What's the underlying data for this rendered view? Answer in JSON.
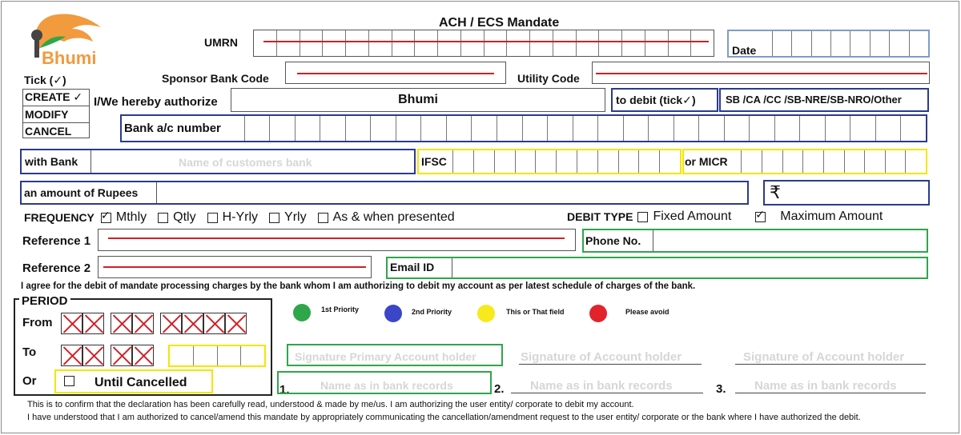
{
  "brand": {
    "name": "Bhumi"
  },
  "form": {
    "title": "ACH / ECS Mandate",
    "umrn_label": "UMRN",
    "date_label": "Date",
    "sponsor_label": "Sponsor Bank Code",
    "utility_label": "Utility Code",
    "tick_label": "Tick (✓)",
    "actions": [
      "CREATE ✓",
      "MODIFY",
      "CANCEL"
    ],
    "authorize_label": "I/We hereby authorize",
    "authorize_value": "Bhumi",
    "debit_label": "to debit (tick✓)",
    "account_types": "SB /CA /CC /SB-NRE/SB-NRO/Other",
    "bank_ac_label": "Bank a/c number",
    "with_bank_label": "with Bank",
    "with_bank_placeholder": "Name of customers bank",
    "ifsc_label": "IFSC",
    "micr_label": "or MICR",
    "amount_label": "an amount of Rupees",
    "rupee_symbol": "₹",
    "frequency_label": "FREQUENCY",
    "frequency": {
      "mthly": "Mthly",
      "qtly": "Qtly",
      "hyrly": "H-Yrly",
      "yrly": "Yrly",
      "as_presented": "As & when presented",
      "selected": "Mthly"
    },
    "debit_type_label": "DEBIT TYPE",
    "debit_types": {
      "fixed": "Fixed Amount",
      "maximum": "Maximum Amount",
      "selected": "Maximum Amount"
    },
    "reference1_label": "Reference 1",
    "reference2_label": "Reference 2",
    "phone_label": "Phone No.",
    "email_label": "Email ID",
    "agree_text": "I agree for the debit of mandate processing charges by the bank whom I am authorizing to debit my account as per latest schedule of charges of the bank.",
    "period_label": "PERIOD",
    "from_label": "From",
    "to_label": "To",
    "or_label": "Or",
    "until_cancelled": "Until Cancelled",
    "legend": [
      {
        "label": "1st Priority",
        "color": "#2fa64a"
      },
      {
        "label": "2nd Priority",
        "color": "#3a45c8"
      },
      {
        "label": "This or That field",
        "color": "#f7ea1c"
      },
      {
        "label": "Please avoid",
        "color": "#e3232c"
      }
    ],
    "signatures": [
      {
        "num": "1.",
        "sig": "Signature Primary Account holder",
        "name": "Name as in bank records"
      },
      {
        "num": "2.",
        "sig": "Signature of Account holder",
        "name": "Name as in bank records"
      },
      {
        "num": "3.",
        "sig": "Signature of Account holder",
        "name": "Name as in bank records"
      }
    ],
    "footer": [
      "This is to confirm that the declaration has been carefully read, understood & made by me/us. I am authorizing the user entity/ corporate to debit my account.",
      "I have understood that I am authorized to cancel/amend this mandate by appropriately communicating the cancellation/amendment request to the user entity/ corporate or the bank where I have authorized the debit."
    ]
  },
  "colors": {
    "primary_border": "#2b3a8f",
    "or_border": "#f2e600",
    "priority_border": "#2fa64a",
    "avoid_line": "#d21f26"
  }
}
